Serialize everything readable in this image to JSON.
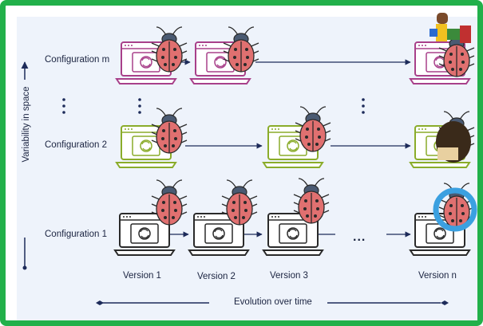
{
  "axes": {
    "y_label": "Variability in space",
    "x_label": "Evolution over time"
  },
  "configurations": [
    "Configuration m",
    "Configuration 2",
    "Configuration 1"
  ],
  "versions": [
    "Version 1",
    "Version 2",
    "Version 3",
    "Version n"
  ],
  "ellipsis": "...",
  "colors": {
    "frame": "#22b04a",
    "panel": "#eef3fb",
    "config_m": "#a8408a",
    "config_2": "#8aac2a",
    "config_1": "#2a2a2a",
    "arrow": "#1d2b5a",
    "bug_body": "#e07070",
    "bug_head": "#4a5a72"
  }
}
